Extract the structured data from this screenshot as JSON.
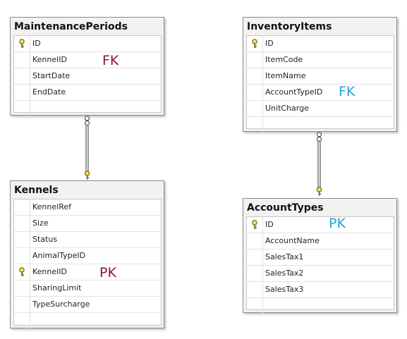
{
  "colors": {
    "annotation_red": "#8b1a2b",
    "annotation_blue": "#2a9fd6",
    "key_yellow": "#e9d64a"
  },
  "icons": {
    "primary_key": "key-icon",
    "relationship_end": "relationship-endpoint-icon"
  },
  "tables": {
    "maintenance_periods": {
      "title": "MaintenancePeriods",
      "columns": [
        {
          "name": "ID",
          "key": true
        },
        {
          "name": "KennelID",
          "key": false
        },
        {
          "name": "StartDate",
          "key": false
        },
        {
          "name": "EndDate",
          "key": false
        }
      ],
      "annotation": "FK"
    },
    "kennels": {
      "title": "Kennels",
      "columns": [
        {
          "name": "KennelRef",
          "key": false
        },
        {
          "name": "Size",
          "key": false
        },
        {
          "name": "Status",
          "key": false
        },
        {
          "name": "AnimalTypeID",
          "key": false
        },
        {
          "name": "KennelID",
          "key": true
        },
        {
          "name": "SharingLimit",
          "key": false
        },
        {
          "name": "TypeSurcharge",
          "key": false
        }
      ],
      "annotation": "PK"
    },
    "inventory_items": {
      "title": "InventoryItems",
      "columns": [
        {
          "name": "ID",
          "key": true
        },
        {
          "name": "ItemCode",
          "key": false
        },
        {
          "name": "ItemName",
          "key": false
        },
        {
          "name": "AccountTypeID",
          "key": false
        },
        {
          "name": "UnitCharge",
          "key": false
        }
      ],
      "annotation": "FK"
    },
    "account_types": {
      "title": "AccountTypes",
      "columns": [
        {
          "name": "ID",
          "key": true
        },
        {
          "name": "AccountName",
          "key": false
        },
        {
          "name": "SalesTax1",
          "key": false
        },
        {
          "name": "SalesTax2",
          "key": false
        },
        {
          "name": "SalesTax3",
          "key": false
        }
      ],
      "annotation": "PK"
    }
  }
}
